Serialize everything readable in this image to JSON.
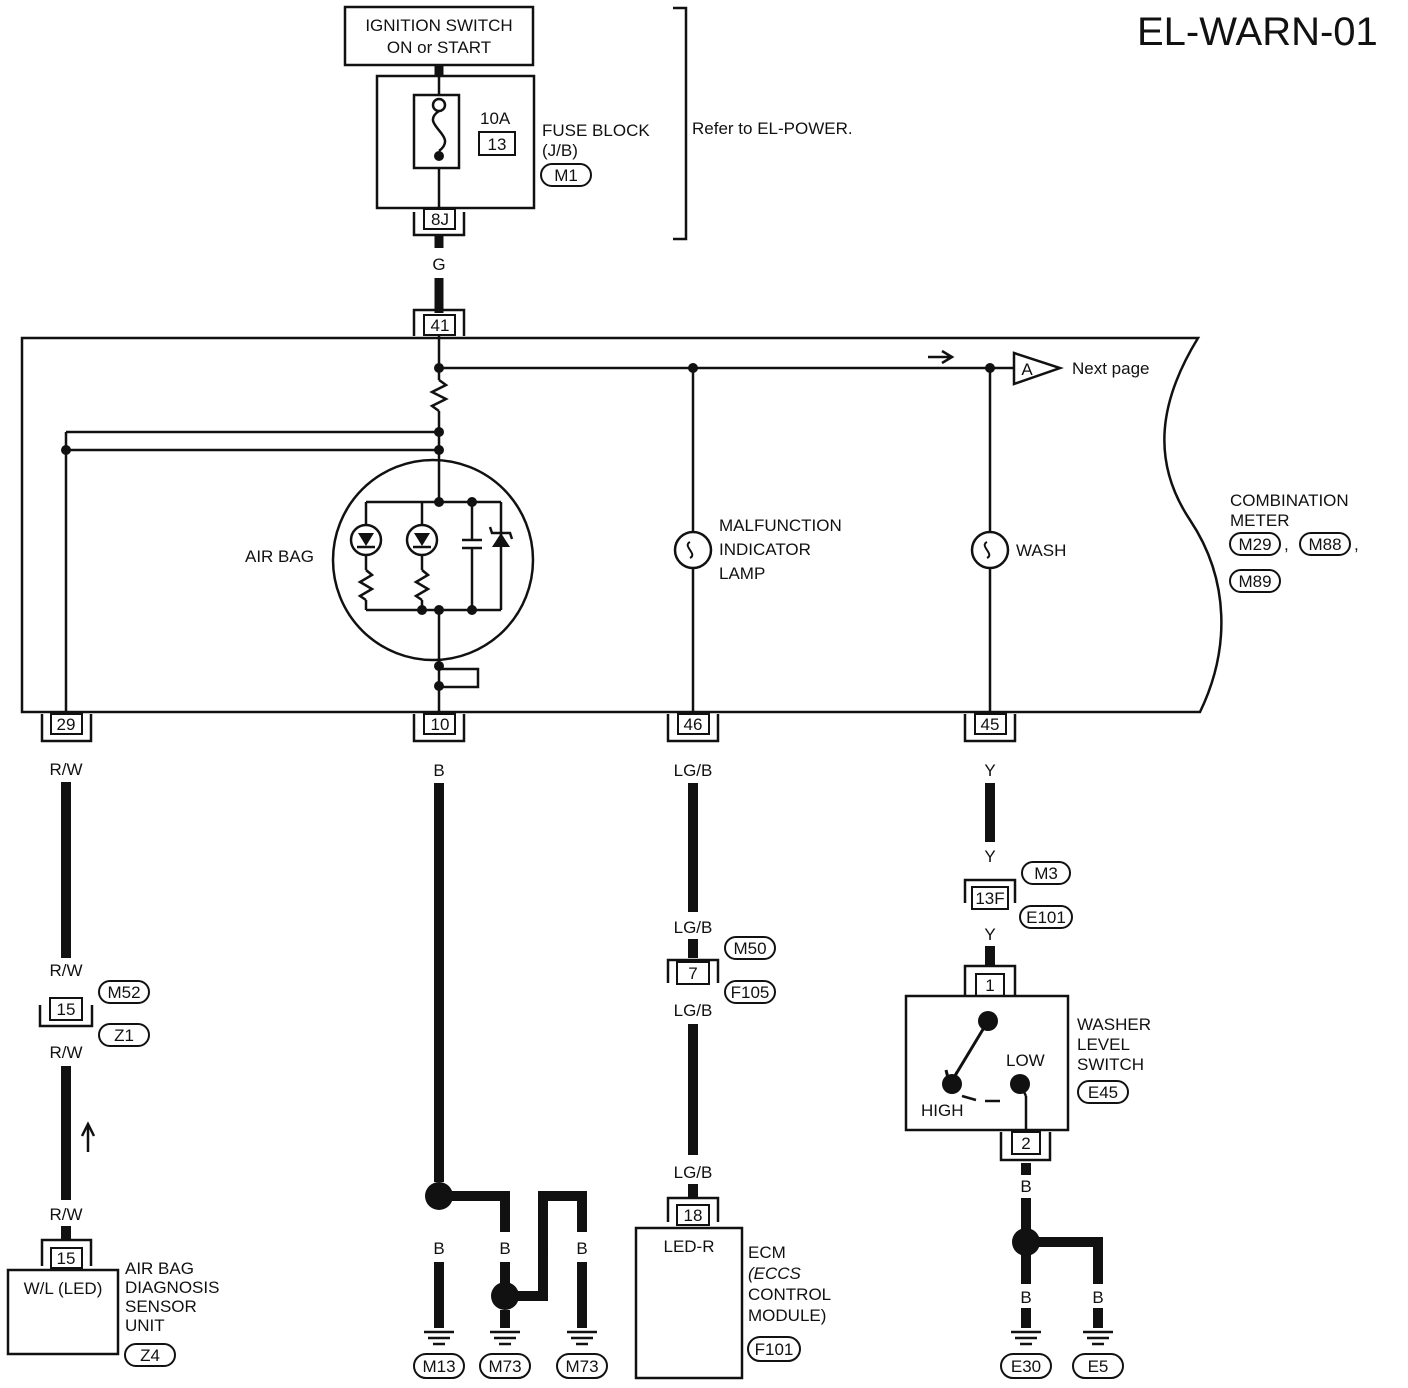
{
  "title": "EL-WARN-01",
  "power": {
    "ignition_line1": "IGNITION SWITCH",
    "ignition_line2": "ON or START",
    "fuse_amp": "10A",
    "fuse_num": "13",
    "fuse_block_line1": "FUSE BLOCK",
    "fuse_block_line2": "(J/B)",
    "fuse_block_conn": "M1",
    "refer": "Refer to EL-POWER.",
    "conn_8j": "8J",
    "wire_g": "G",
    "conn_41": "41"
  },
  "meter": {
    "label_line1": "COMBINATION",
    "label_line2": "METER",
    "conns": [
      "M29",
      "M88",
      "M89"
    ],
    "comma": ",",
    "next_page": "Next page",
    "next_page_marker": "A",
    "air_bag": "AIR BAG",
    "mil_line1": "MALFUNCTION",
    "mil_line2": "INDICATOR",
    "mil_line3": "LAMP",
    "wash": "WASH"
  },
  "terminals": {
    "t29": "29",
    "t10": "10",
    "t46": "46",
    "t45": "45"
  },
  "airbag_circuit": {
    "wire": "R/W",
    "conn_15": "15",
    "conn_m52": "M52",
    "conn_z1": "Z1",
    "sensor_conn": "15",
    "sensor_inner": "W/L (LED)",
    "sensor_line1": "AIR BAG",
    "sensor_line2": "DIAGNOSIS",
    "sensor_line3": "SENSOR",
    "sensor_line4": "UNIT",
    "sensor_id": "Z4"
  },
  "ground_circuit": {
    "wire": "B",
    "grounds": [
      "M13",
      "M73",
      "M73"
    ]
  },
  "ecm_circuit": {
    "wire": "LG/B",
    "conn_7": "7",
    "conn_m50": "M50",
    "conn_f105": "F105",
    "ecm_conn": "18",
    "ecm_inner": "LED-R",
    "ecm_line1": "ECM",
    "ecm_line2": "(ECCS",
    "ecm_line3": "CONTROL",
    "ecm_line4": "MODULE)",
    "ecm_id": "F101"
  },
  "washer_circuit": {
    "wire_y": "Y",
    "conn_13f": "13F",
    "conn_m3": "M3",
    "conn_e101": "E101",
    "switch_conn_1": "1",
    "switch_conn_2": "2",
    "low": "LOW",
    "high": "HIGH",
    "switch_line1": "WASHER",
    "switch_line2": "LEVEL",
    "switch_line3": "SWITCH",
    "switch_id": "E45",
    "wire_b": "B",
    "grounds": [
      "E30",
      "E5"
    ]
  }
}
